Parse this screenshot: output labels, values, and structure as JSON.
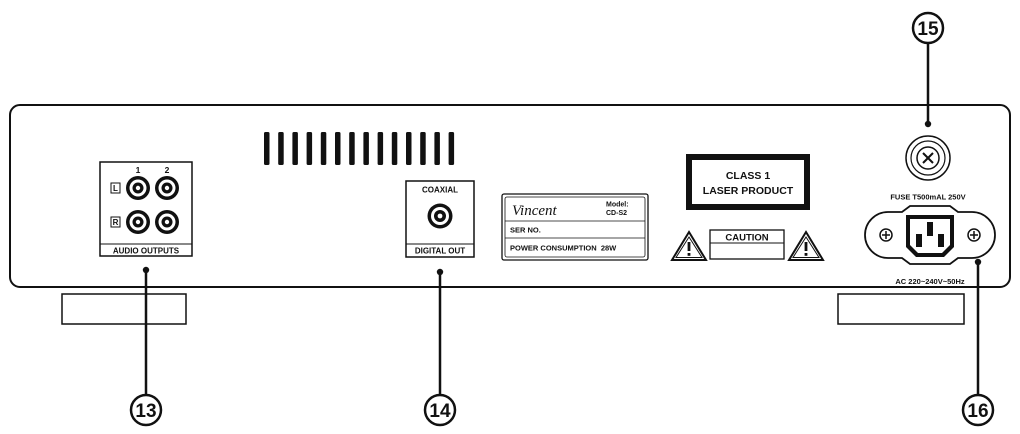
{
  "callouts": {
    "c13": "13",
    "c14": "14",
    "c15": "15",
    "c16": "16"
  },
  "audio": {
    "channel_1": "1",
    "channel_2": "2",
    "left": "L",
    "right": "R",
    "label": "AUDIO OUTPUTS"
  },
  "digital": {
    "coaxial": "COAXIAL",
    "label": "DIGITAL OUT"
  },
  "nameplate": {
    "brand": "Vincent",
    "model_label": "Model:",
    "model_value": "CD-S2",
    "serial_label": "SER NO.",
    "power": "POWER CONSUMPTION  28W"
  },
  "laser": {
    "line1": "CLASS 1",
    "line2": "LASER PRODUCT"
  },
  "caution": {
    "label": "CAUTION"
  },
  "fuse": {
    "label": "FUSE T500mAL 250V"
  },
  "ac_inlet": {
    "label": "AC 220~240V~50Hz"
  },
  "vent": {
    "slot_count": 14
  }
}
